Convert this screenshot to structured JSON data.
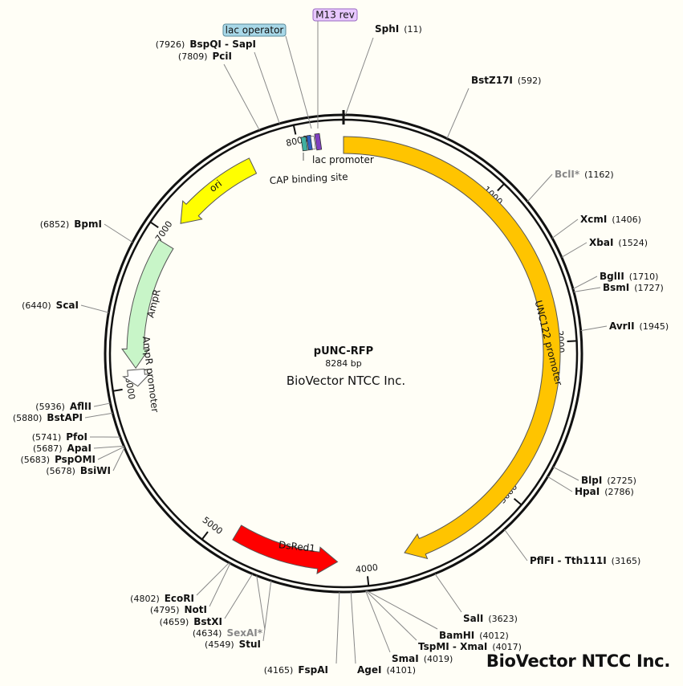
{
  "plasmid": {
    "name": "pUNC-RFP",
    "size_label": "8284 bp",
    "organization": "BioVector NTCC Inc.",
    "length": 8284
  },
  "watermark": "BioVector NTCC Inc.",
  "ticks": [
    {
      "pos": 1000,
      "label": "1000"
    },
    {
      "pos": 2000,
      "label": "2000"
    },
    {
      "pos": 3000,
      "label": "3000"
    },
    {
      "pos": 4000,
      "label": "4000"
    },
    {
      "pos": 5000,
      "label": "5000"
    },
    {
      "pos": 6000,
      "label": "6000"
    },
    {
      "pos": 7000,
      "label": "7000"
    },
    {
      "pos": 8000,
      "label": "8000"
    }
  ],
  "features": [
    {
      "name": "UNC122 promoter",
      "label": "UNC122 promoter",
      "start": 0,
      "end": 3750,
      "color": "#ffc400",
      "direction": "cw"
    },
    {
      "name": "DsRed1",
      "label": "DsRed1",
      "start": 4180,
      "end": 4850,
      "color": "#ff0000",
      "direction": "ccw"
    },
    {
      "name": "AmpR",
      "label": "AmpR",
      "start": 6120,
      "end": 6940,
      "color": "#c8f5c8",
      "direction": "ccw"
    },
    {
      "name": "AmpR promoter",
      "label": "AmpR promoter",
      "start": 6005,
      "end": 6110,
      "color": "#ffffff",
      "direction": "ccw"
    },
    {
      "name": "ori",
      "label": "ori",
      "start": 7100,
      "end": 7690,
      "color": "#ffff00",
      "direction": "ccw"
    }
  ],
  "small_features": [
    {
      "name": "lac promoter",
      "label": "lac promoter",
      "color": "#40b0a0"
    },
    {
      "name": "CAP binding site",
      "label": "CAP binding site",
      "color": "#3060c0"
    },
    {
      "name": "M13 rev",
      "color": "#8040c0"
    }
  ],
  "tag_labels": [
    {
      "name": "lac operator",
      "text": "lac operator",
      "color": "#a8d8e8",
      "border": "#5a8a9a"
    },
    {
      "name": "M13 rev",
      "text": "M13 rev",
      "color": "#e8c8ff",
      "border": "#9a6ac0"
    }
  ],
  "sites": [
    {
      "name": "SphI",
      "pos": "(11)",
      "side": "right"
    },
    {
      "name": "BstZ17I",
      "pos": "(592)",
      "side": "right"
    },
    {
      "name": "BclI*",
      "pos": "(1162)",
      "side": "right",
      "dim": true
    },
    {
      "name": "XcmI",
      "pos": "(1406)",
      "side": "right"
    },
    {
      "name": "XbaI",
      "pos": "(1524)",
      "side": "right"
    },
    {
      "name": "BglII",
      "pos": "(1710)",
      "side": "right"
    },
    {
      "name": "BsmI",
      "pos": "(1727)",
      "side": "right"
    },
    {
      "name": "AvrII",
      "pos": "(1945)",
      "side": "right"
    },
    {
      "name": "BlpI",
      "pos": "(2725)",
      "side": "right"
    },
    {
      "name": "HpaI",
      "pos": "(2786)",
      "side": "right"
    },
    {
      "name": "PflFI - Tth111I",
      "pos": "(3165)",
      "side": "right"
    },
    {
      "name": "SalI",
      "pos": "(3623)",
      "side": "right"
    },
    {
      "name": "BamHI",
      "pos": "(4012)",
      "side": "right"
    },
    {
      "name": "TspMI - XmaI",
      "pos": "(4017)",
      "side": "right"
    },
    {
      "name": "SmaI",
      "pos": "(4019)",
      "side": "right"
    },
    {
      "name": "AgeI",
      "pos": "(4101)",
      "side": "right"
    },
    {
      "name": "FspAI",
      "pos": "(4165)",
      "side": "left"
    },
    {
      "name": "StuI",
      "pos": "(4549)",
      "side": "left"
    },
    {
      "name": "SexAI*",
      "pos": "(4634)",
      "side": "left",
      "dim": true
    },
    {
      "name": "BstXI",
      "pos": "(4659)",
      "side": "left"
    },
    {
      "name": "NotI",
      "pos": "(4795)",
      "side": "left"
    },
    {
      "name": "EcoRI",
      "pos": "(4802)",
      "side": "left"
    },
    {
      "name": "BsiWI",
      "pos": "(5678)",
      "side": "left"
    },
    {
      "name": "PspOMI",
      "pos": "(5683)",
      "side": "left"
    },
    {
      "name": "ApaI",
      "pos": "(5687)",
      "side": "left"
    },
    {
      "name": "PfoI",
      "pos": "(5741)",
      "side": "left"
    },
    {
      "name": "BstAPI",
      "pos": "(5880)",
      "side": "left"
    },
    {
      "name": "AflII",
      "pos": "(5936)",
      "side": "left"
    },
    {
      "name": "ScaI",
      "pos": "(6440)",
      "side": "left"
    },
    {
      "name": "BpmI",
      "pos": "(6852)",
      "side": "left"
    },
    {
      "name": "PciI",
      "pos": "(7809)",
      "side": "left"
    },
    {
      "name": "BspQI - SapI",
      "pos": "(7926)",
      "side": "left"
    }
  ]
}
